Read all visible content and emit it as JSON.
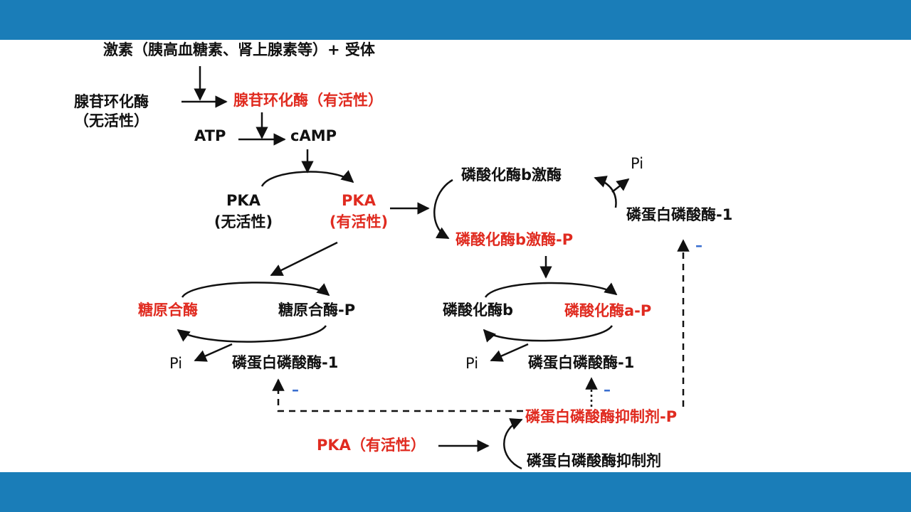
{
  "header_label": "激素（胰高血糖素、肾上腺素等）+ 受体",
  "adenylyl_cyclase_inactive": [
    "腺苷环化酶",
    "（无活性）"
  ],
  "adenylyl_cyclase_active": "腺苷环化酶（有活性）",
  "atp": "ATP",
  "camp": "cAMP",
  "pka_inactive": [
    "PKA",
    "(无活性)"
  ],
  "pka_active": [
    "PKA",
    "(有活性)"
  ],
  "phosphorylase_kinase": "磷酸化酶b激酶",
  "phosphorylase_kinase_p": "磷酸化酶b激酶-P",
  "pi": "Pi",
  "pp1": "磷蛋白磷酸酶-1",
  "glycogen_synthase": "糖原合酶",
  "glycogen_synthase_p": "糖原合酶-P",
  "phosphorylase_b": "磷酸化酶b",
  "phosphorylase_a_p": "磷酸化酶a-P",
  "inhibitor_p": "磷蛋白磷酸酶抑制剂-P",
  "inhibitor": "磷蛋白磷酸酶抑制剂",
  "pka_active_bottom": "PKA（有活性）",
  "minus_sign": "–",
  "colors": {
    "bar": "#1a7db8",
    "active": "#e02b20",
    "inactive": "#111111",
    "minus": "#3a6fd0"
  }
}
